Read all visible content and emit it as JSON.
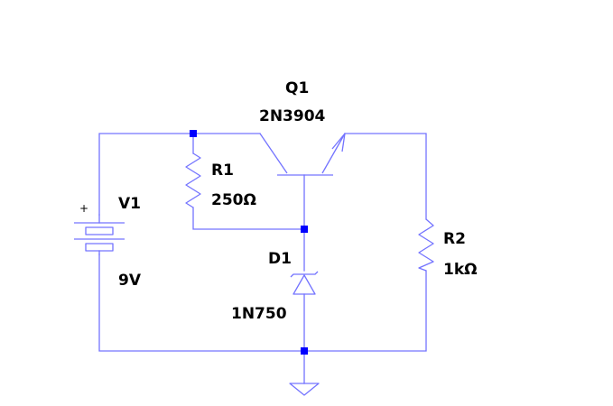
{
  "colors": {
    "wire": "#7373ff",
    "junction": "#0000ff",
    "label": "#000000",
    "background": "#ffffff"
  },
  "components": {
    "q1": {
      "ref": "Q1",
      "value": "2N3904",
      "type": "npn-transistor"
    },
    "r1": {
      "ref": "R1",
      "value": "250Ω",
      "type": "resistor"
    },
    "v1": {
      "ref": "V1",
      "value": "9V",
      "type": "voltage-source",
      "polarity": "+"
    },
    "d1": {
      "ref": "D1",
      "value": "1N750",
      "type": "zener-diode"
    },
    "r2": {
      "ref": "R2",
      "value": "1kΩ",
      "type": "resistor"
    },
    "gnd": {
      "type": "ground"
    }
  }
}
